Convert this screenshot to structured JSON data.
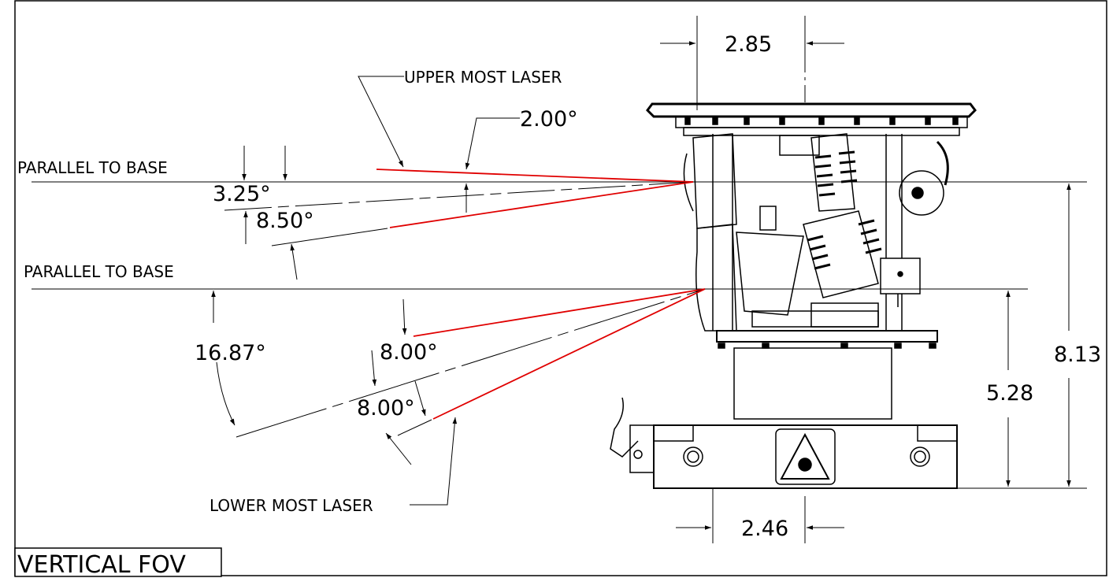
{
  "drawing": {
    "title": "VERTICAL FOV",
    "labels": {
      "upper_most_laser": "UPPER MOST LASER",
      "lower_most_laser": "LOWER MOST LASER",
      "parallel_upper": "PARALLEL TO BASE",
      "parallel_lower": "PARALLEL TO BASE"
    },
    "angles": {
      "upper_laser_angle": "2.00°",
      "upper_down_1": "3.25°",
      "upper_down_2": "8.50°",
      "lower_total": "16.87°",
      "lower_mid_1": "8.00°",
      "lower_mid_2": "8.00°"
    },
    "dimensions": {
      "top_width": "2.85",
      "bottom_width": "2.46",
      "total_height": "8.13",
      "lower_height": "5.28"
    },
    "colors": {
      "laser": "#e00000",
      "line": "#000000",
      "background": "#ffffff"
    }
  }
}
